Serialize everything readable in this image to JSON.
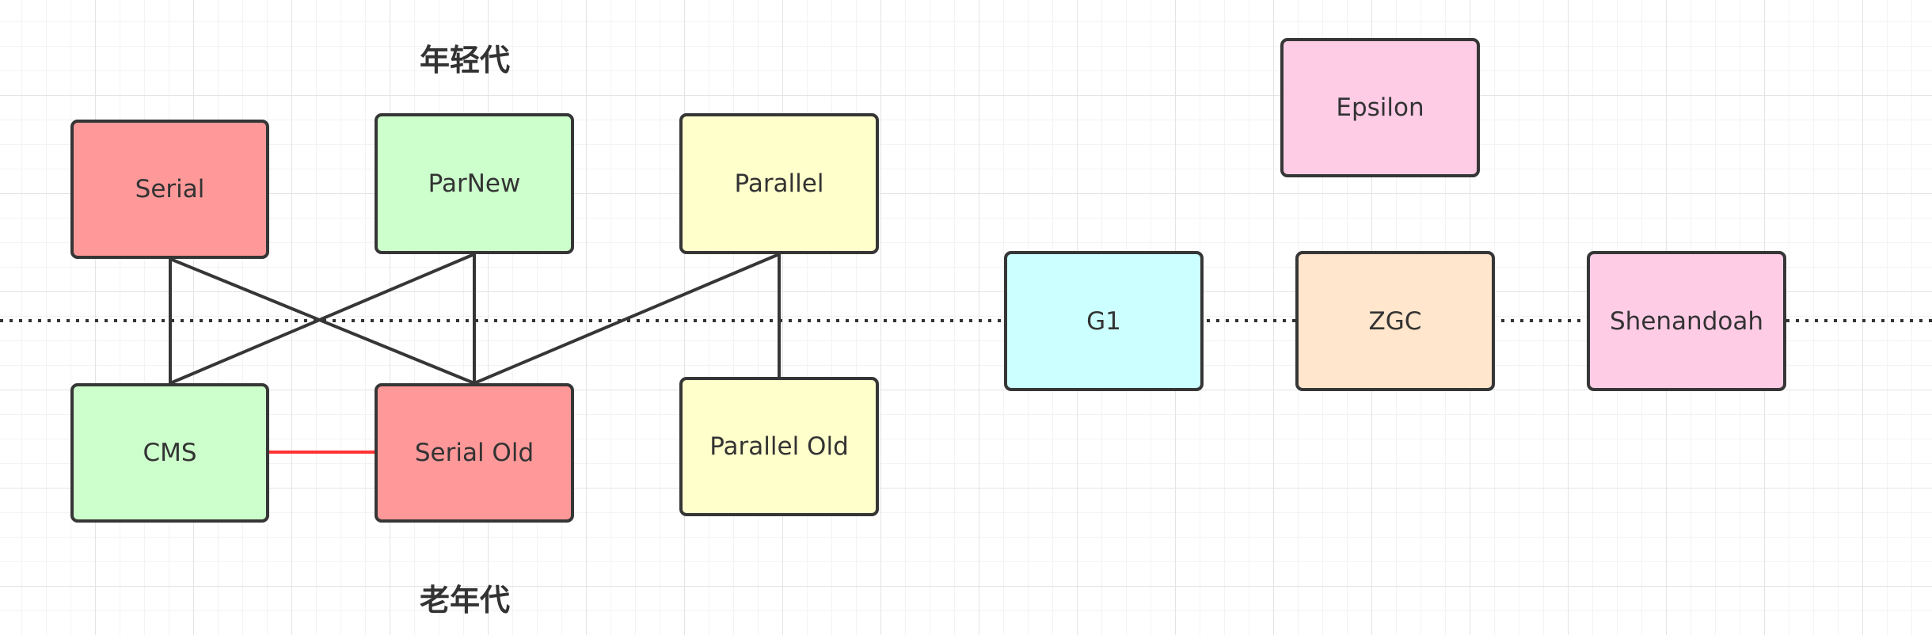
{
  "labels": {
    "young_gen": "年轻代",
    "old_gen": "老年代"
  },
  "collectors": {
    "serial": {
      "label": "Serial",
      "color": "#ff9999"
    },
    "parnew": {
      "label": "ParNew",
      "color": "#ccffcc"
    },
    "parallel": {
      "label": "Parallel",
      "color": "#ffffcc"
    },
    "cms": {
      "label": "CMS",
      "color": "#ccffcc"
    },
    "serial_old": {
      "label": "Serial Old",
      "color": "#ff9999"
    },
    "parallel_old": {
      "label": "Parallel Old",
      "color": "#ffffcc"
    },
    "epsilon": {
      "label": "Epsilon",
      "color": "#ffcce6"
    },
    "g1": {
      "label": "G1",
      "color": "#ccffff"
    },
    "zgc": {
      "label": "ZGC",
      "color": "#ffe6cc"
    },
    "shenandoah": {
      "label": "Shenandoah",
      "color": "#ffcce6"
    }
  },
  "connections": [
    {
      "from": "Serial",
      "to": "CMS"
    },
    {
      "from": "Serial",
      "to": "Serial Old"
    },
    {
      "from": "ParNew",
      "to": "CMS"
    },
    {
      "from": "ParNew",
      "to": "Serial Old"
    },
    {
      "from": "Parallel",
      "to": "Serial Old"
    },
    {
      "from": "Parallel",
      "to": "Parallel Old"
    },
    {
      "from": "CMS",
      "to": "Serial Old",
      "color": "#ff3333"
    }
  ],
  "colors": {
    "line": "#363636",
    "fallback_line": "#ff3333",
    "divider": "#333333"
  }
}
